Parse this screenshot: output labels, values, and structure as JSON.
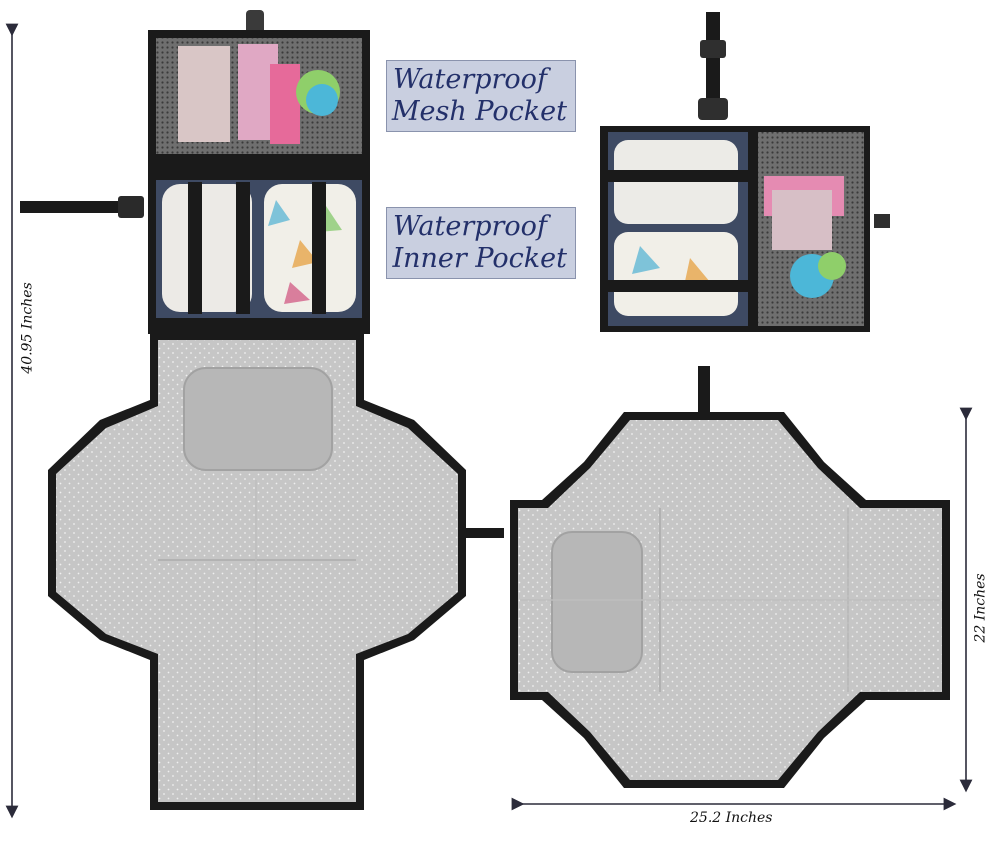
{
  "labels": {
    "mesh_pocket": {
      "line1": "Waterproof",
      "line2": "Mesh Pocket"
    },
    "inner_pocket": {
      "line1": "Waterproof",
      "line2": "Inner Pocket"
    }
  },
  "dimensions": {
    "height": "40.95 Inches",
    "short_height": "22 Inches",
    "width": "25.2 Inches"
  },
  "colors": {
    "label_bg": "#c9cfe0",
    "label_text": "#23306a",
    "mat": "#c8c8c8",
    "trim": "#1a1a1a",
    "dim_line": "#2b2b3a"
  }
}
